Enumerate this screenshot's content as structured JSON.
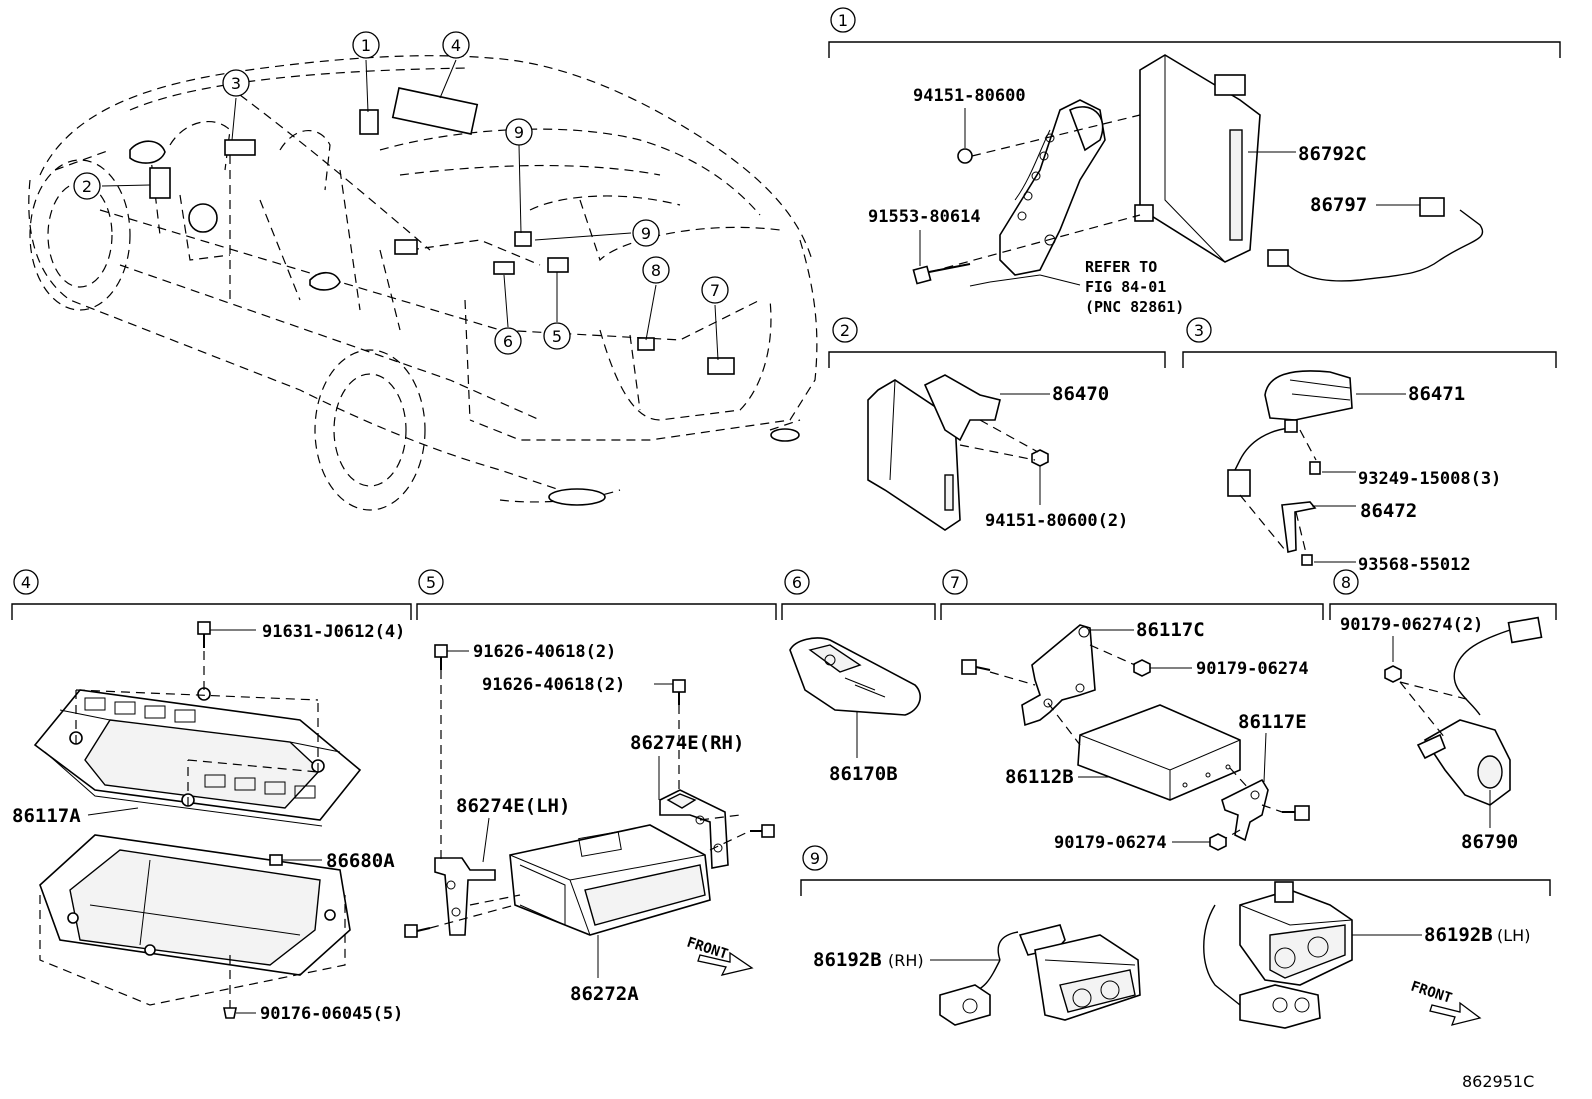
{
  "diagram_id": "862951C",
  "sections": [
    {
      "id": "1",
      "label": "1"
    },
    {
      "id": "2",
      "label": "2"
    },
    {
      "id": "3",
      "label": "3"
    },
    {
      "id": "4",
      "label": "4"
    },
    {
      "id": "5",
      "label": "5"
    },
    {
      "id": "6",
      "label": "6"
    },
    {
      "id": "7",
      "label": "7"
    },
    {
      "id": "8",
      "label": "8"
    },
    {
      "id": "9",
      "label": "9"
    }
  ],
  "vehicle_callouts": [
    "1",
    "2",
    "3",
    "4",
    "5",
    "6",
    "7",
    "8",
    "9"
  ],
  "parts": {
    "s1_nut": "94151-80600",
    "s1_bolt": "91553-80614",
    "s1_ecu": "86792C",
    "s1_cable": "86797",
    "s1_refer": "REFER TO",
    "s1_fig": "FIG 84-01",
    "s1_pnc": "(PNC 82861)",
    "s2_module": "86470",
    "s2_nut": "94151-80600(2)",
    "s3_camera": "86471",
    "s3_screw": "93249-15008(3)",
    "s3_bracket": "86472",
    "s3_screw2": "93568-55012",
    "s4_screw_top": "91631-J0612(4)",
    "s4_plate": "86117A",
    "s4_unit": "86680A",
    "s4_screw_bottom": "90176-06045(5)",
    "s5_screw1": "91626-40618(2)",
    "s5_screw2": "91626-40618(2)",
    "s5_bracket_rh": "86274E(RH)",
    "s5_bracket_lh": "86274E(LH)",
    "s5_changer": "86272A",
    "s5_front": "FRONT",
    "s6_remote": "86170B",
    "s7_bracket_c": "86117C",
    "s7_nut": "90179-06274",
    "s7_bracket_e": "86117E",
    "s7_unit": "86112B",
    "s7_nut2": "90179-06274",
    "s8_nut": "90179-06274(2)",
    "s8_camera": "86790",
    "s9_jack_rh_no": "86192B",
    "s9_jack_rh_side": "(RH)",
    "s9_jack_lh_no": "86192B",
    "s9_jack_lh_side": "(LH)",
    "s9_front": "FRONT"
  }
}
